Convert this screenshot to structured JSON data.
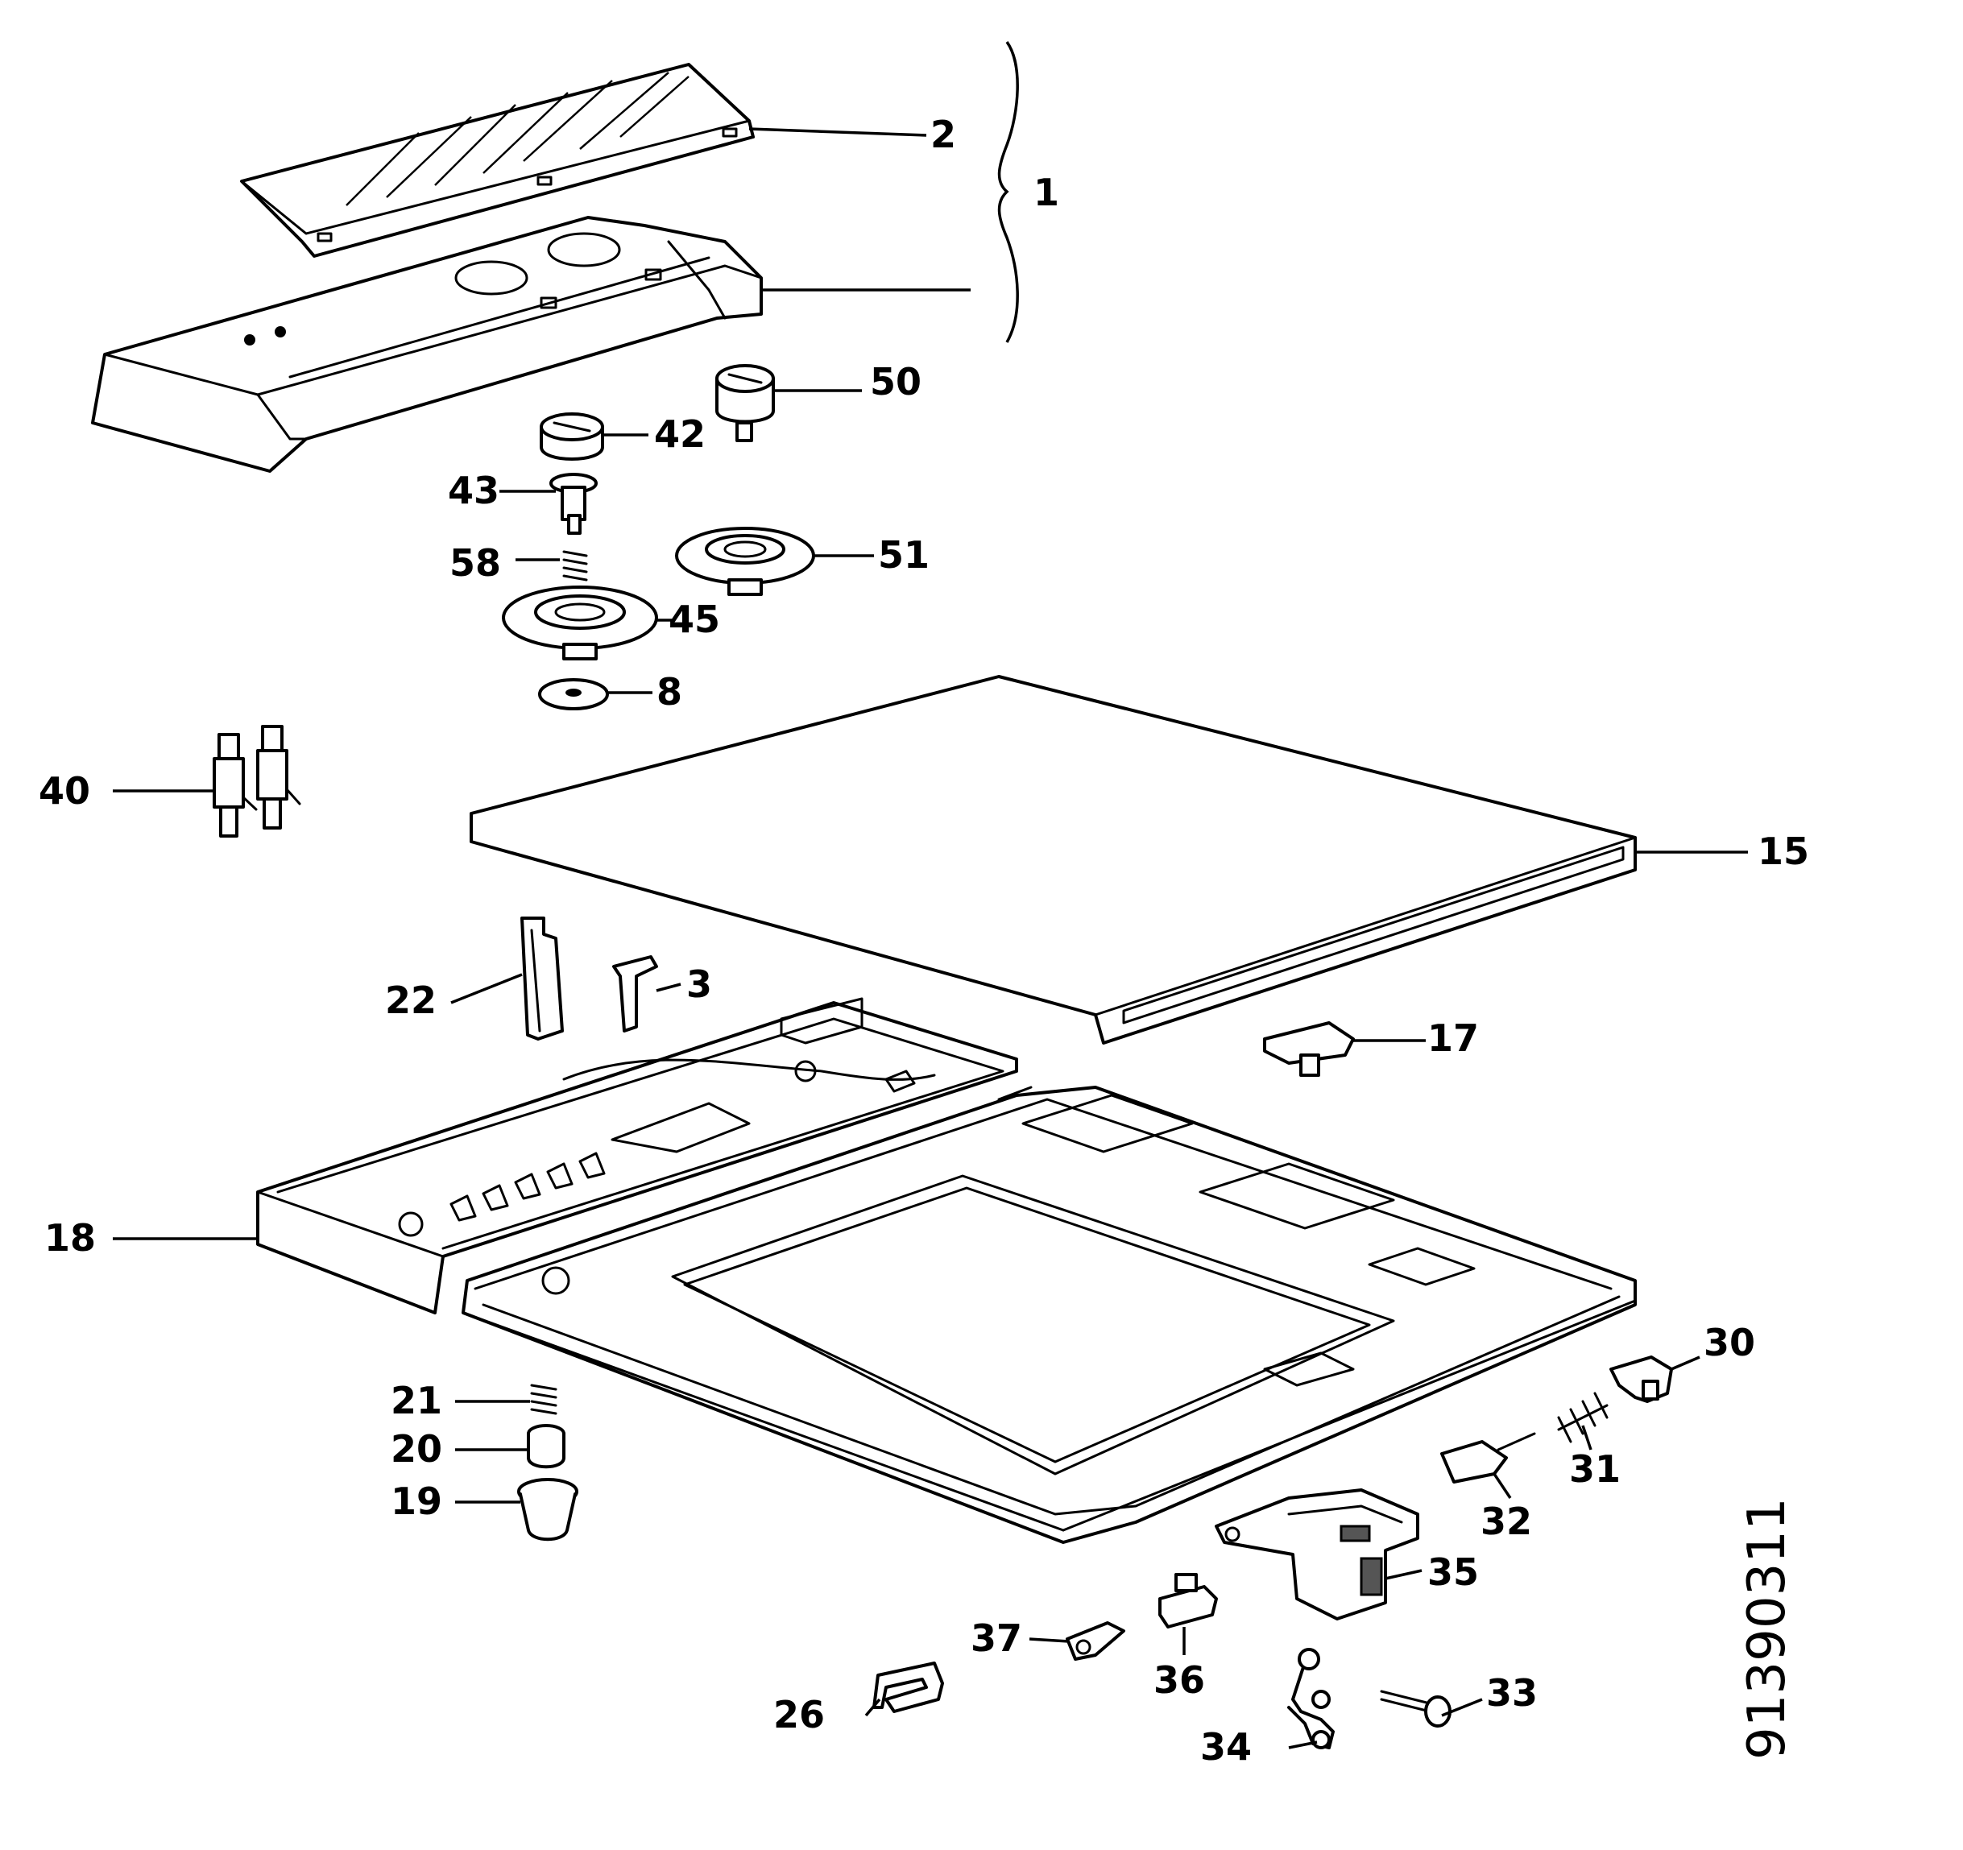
{
  "diagram": {
    "drawing_number": "91390311",
    "callouts": {
      "c1": "1",
      "c2": "2",
      "c3": "3",
      "c8": "8",
      "c15": "15",
      "c17": "17",
      "c18": "18",
      "c19": "19",
      "c20": "20",
      "c21": "21",
      "c22": "22",
      "c26": "26",
      "c30": "30",
      "c31": "31",
      "c32": "32",
      "c33": "33",
      "c34": "34",
      "c35": "35",
      "c36": "36",
      "c37": "37",
      "c40": "40",
      "c42": "42",
      "c43": "43",
      "c45": "45",
      "c50": "50",
      "c51": "51",
      "c58": "58"
    }
  }
}
